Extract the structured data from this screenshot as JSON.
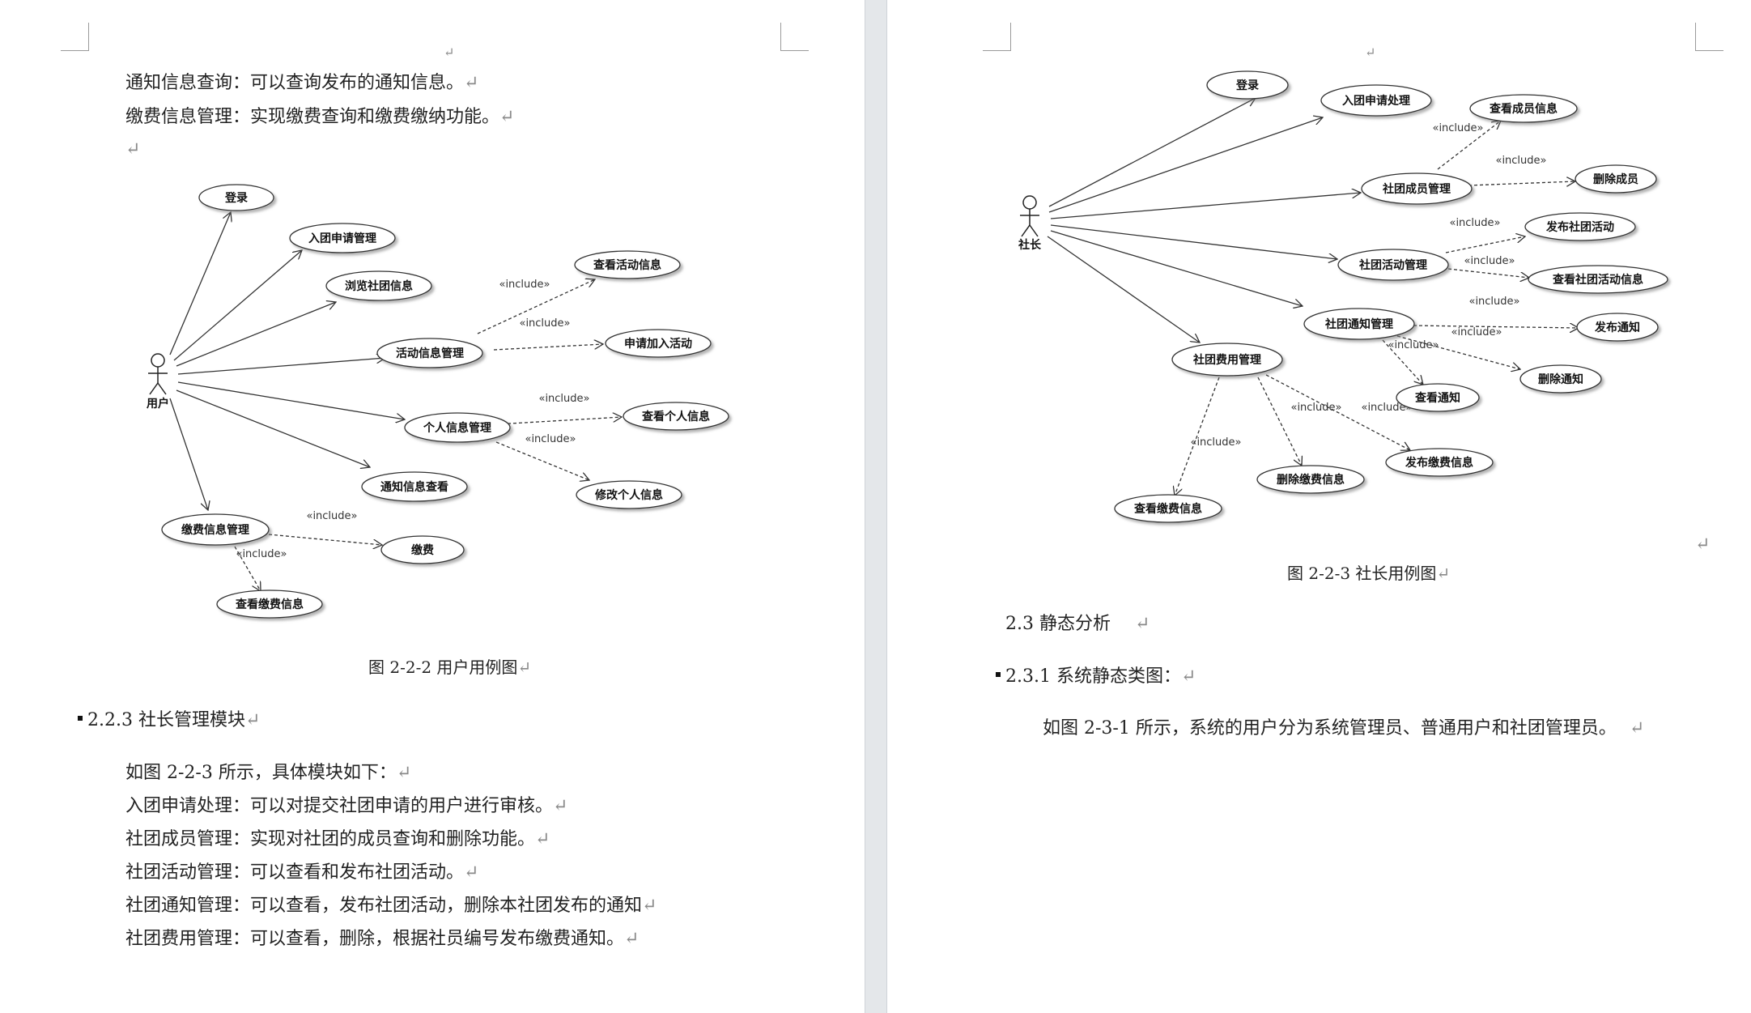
{
  "pilcrow": "↵",
  "left_page": {
    "top_lines": [
      "通知信息查询：可以查询发布的通知信息。",
      "缴费信息管理：实现缴费查询和缴费缴纳功能。"
    ],
    "diagram": {
      "actor": "用户",
      "use_cases": [
        "登录",
        "入团申请管理",
        "浏览社团信息",
        "活动信息管理",
        "个人信息管理",
        "通知信息查看",
        "缴费信息管理",
        "查看活动信息",
        "申请加入活动",
        "查看个人信息",
        "修改个人信息",
        "缴费",
        "查看缴费信息"
      ],
      "include_label": "«include»"
    },
    "caption": "图 2-2-2  用户用例图",
    "heading": "2.2.3 社长管理模块",
    "body_lines": [
      "如图 2-2-3 所示，具体模块如下：",
      "入团申请处理：可以对提交社团申请的用户进行审核。",
      "社团成员管理：实现对社团的成员查询和删除功能。",
      "社团活动管理：可以查看和发布社团活动。",
      "社团通知管理：可以查看，发布社团活动，删除本社团发布的通知",
      "社团费用管理：可以查看，删除，根据社员编号发布缴费通知。"
    ]
  },
  "right_page": {
    "diagram": {
      "actor": "社长",
      "use_cases": [
        "登录",
        "入团申请处理",
        "社团成员管理",
        "社团活动管理",
        "社团通知管理",
        "社团费用管理",
        "查看成员信息",
        "删除成员",
        "发布社团活动",
        "查看社团活动信息",
        "发布通知",
        "查看通知",
        "删除通知",
        "发布缴费信息",
        "删除缴费信息",
        "查看缴费信息"
      ],
      "include_label": "«include»"
    },
    "caption": "图 2-2-3 社长用例图",
    "heading1": "2.3 静态分析",
    "heading2": "2.3.1 系统静态类图：",
    "body": "如图  2-3-1  所示，系统的用户分为系统管理员、普通用户和社团管理员。"
  }
}
